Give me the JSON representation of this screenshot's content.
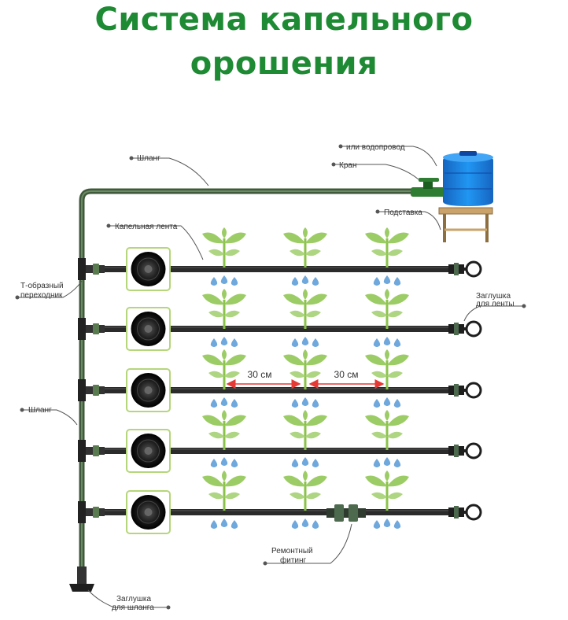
{
  "title": {
    "line1": "Система капельного",
    "line2": "орошения"
  },
  "labels": {
    "hose_top": "Шланг",
    "water_supply": "или водопровод",
    "valve": "Кран",
    "stand": "Подставка",
    "drip_tape": "Капельная лента",
    "t_connector_line1": "Т-образный",
    "t_connector_line2": "переходник",
    "tape_plug_line1": "Заглушка",
    "tape_plug_line2": "для ленты",
    "hose_left": "Шланг",
    "spacing_left": "30 см",
    "spacing_right": "30 см",
    "repair_fitting_line1": "Ремонтный",
    "repair_fitting_line2": "фитинг",
    "hose_plug_line1": "Заглушка",
    "hose_plug_line2": "для шланга"
  },
  "colors": {
    "title": "#1e8a33",
    "hose": "#3f5a3a",
    "tape": "#2b2b2b",
    "plant": "#9ccc65",
    "drop": "#6fa8dc",
    "tank": "#1e88e5",
    "stand": "#c9a36a",
    "arrow": "#e53935",
    "roll_frame": "#b5d67a"
  }
}
